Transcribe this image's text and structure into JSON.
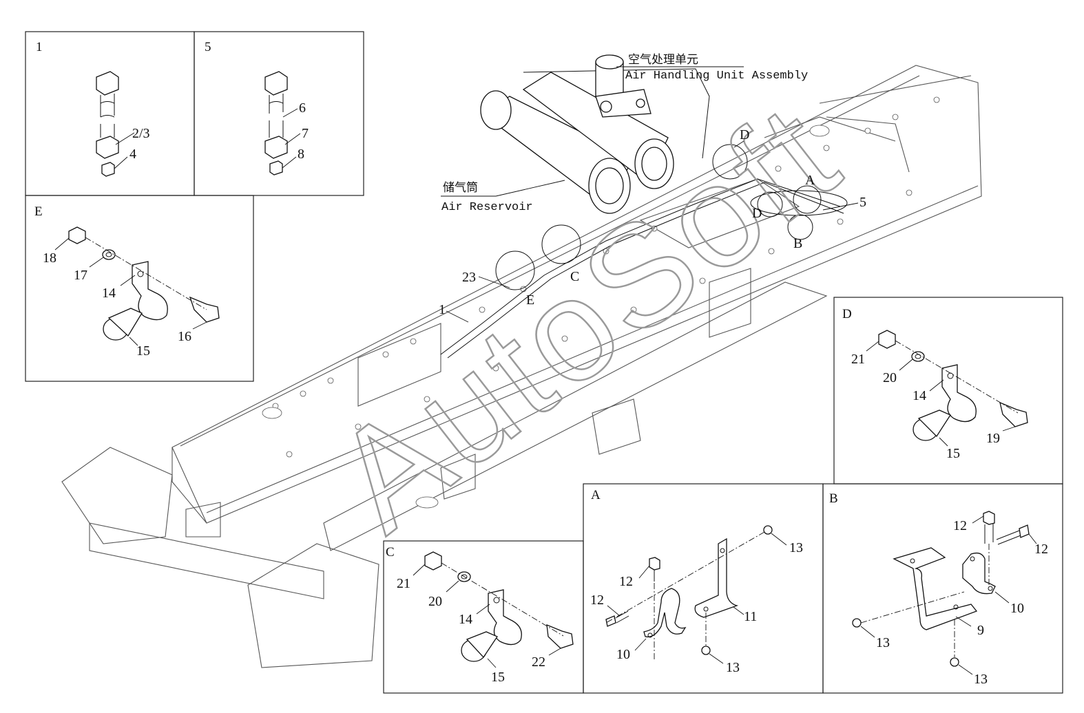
{
  "watermark": "AutoSoft",
  "titles": {
    "air_handling_cn": "空气处理单元",
    "air_handling_en": "Air Handling Unit Assembly",
    "reservoir_cn": "储气筒",
    "reservoir_en": "Air Reservoir"
  },
  "main_callouts": {
    "D": "D",
    "A": "A",
    "B": "B",
    "Dsmall": "D",
    "p5": "5",
    "p23": "23",
    "C": "C",
    "E": "E",
    "p1": "1"
  },
  "box1": {
    "label": "1",
    "c23": "2/3",
    "c4": "4"
  },
  "box5": {
    "label": "5",
    "c6": "6",
    "c7": "7",
    "c8": "8"
  },
  "boxE": {
    "label": "E",
    "c18": "18",
    "c17": "17",
    "c14": "14",
    "c15": "15",
    "c16": "16"
  },
  "boxD": {
    "label": "D",
    "c21": "21",
    "c20": "20",
    "c14": "14",
    "c15": "15",
    "c19": "19"
  },
  "boxC": {
    "label": "C",
    "c21": "21",
    "c20": "20",
    "c14": "14",
    "c15": "15",
    "c22": "22"
  },
  "boxA": {
    "label": "A",
    "c13a": "13",
    "c12a": "12",
    "c12b": "12",
    "c11": "11",
    "c10": "10",
    "c13b": "13"
  },
  "boxB": {
    "label": "B",
    "c12a": "12",
    "c12b": "12",
    "c10": "10",
    "c9": "9",
    "c13a": "13",
    "c13b": "13"
  }
}
